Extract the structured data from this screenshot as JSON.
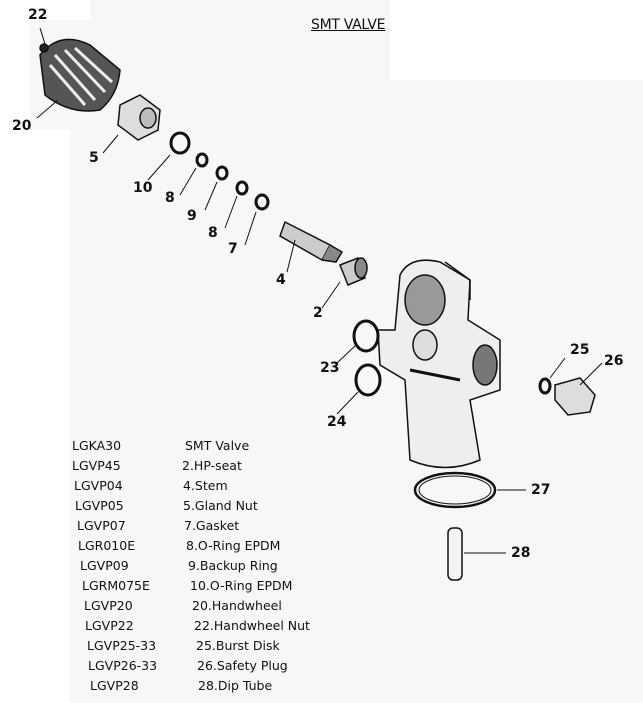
{
  "title": "SMT VALVE",
  "callouts": [
    "22",
    "20",
    "5",
    "10",
    "8",
    "9",
    "8",
    "7",
    "4",
    "2",
    "23",
    "24",
    "25",
    "26",
    "27",
    "28"
  ],
  "parts_list": [
    {
      "code": "LGKA30",
      "description": "SMT Valve"
    },
    {
      "code": "LGVP45",
      "description": "2.HP-seat"
    },
    {
      "code": "LGVP04",
      "description": "4.Stem"
    },
    {
      "code": "LGVP05",
      "description": "5.Gland Nut"
    },
    {
      "code": "LGVP07",
      "description": "7.Gasket"
    },
    {
      "code": "LGR010E",
      "description": "8.O-Ring EPDM"
    },
    {
      "code": "LGVP09",
      "description": "9.Backup Ring"
    },
    {
      "code": "LGRM075E",
      "description": "10.O-Ring EPDM"
    },
    {
      "code": "LGVP20",
      "description": "20.Handwheel"
    },
    {
      "code": "LGVP22",
      "description": "22.Handwheel Nut"
    },
    {
      "code": "LGVP25-33",
      "description": "25.Burst Disk"
    },
    {
      "code": "LGVP26-33",
      "description": "26.Safety Plug"
    },
    {
      "code": "LGVP28",
      "description": "28.Dip Tube"
    }
  ]
}
